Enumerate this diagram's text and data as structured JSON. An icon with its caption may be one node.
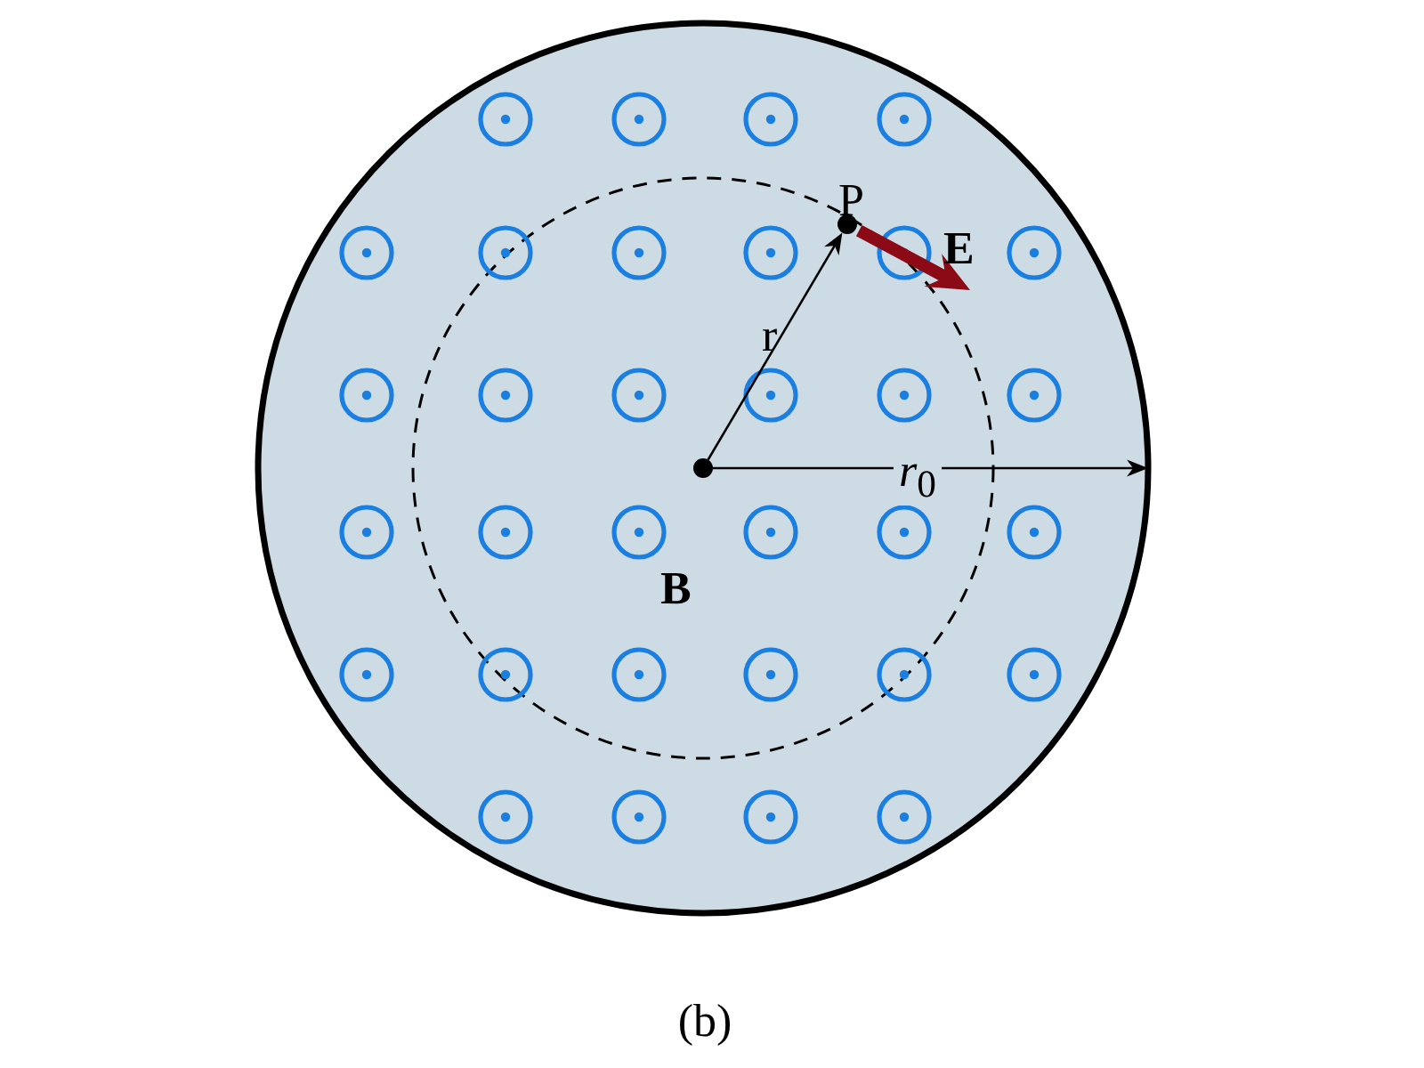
{
  "diagram": {
    "caption": "(b)",
    "nodes": [
      {
        "text": [],
        "shape": "circle"
      },
      {
        "text": [],
        "shape": "circle",
        "in": 0
      },
      {
        "text": [],
        "shape": "circle",
        "in": 0,
        "beside": [
          "P"
        ]
      }
    ],
    "edges": [
      {
        "from": 1,
        "to": 2,
        "arrow": "to",
        "label": "r"
      },
      {
        "from": 1,
        "to": 0,
        "arrow": "to",
        "label": "*r*$_{0}$"
      },
      {
        "from": 2,
        "to": null,
        "arrow": "to",
        "label": "E",
        "style": "thick",
        "color": "#8b0a16"
      }
    ],
    "labels": [
      "B"
    ]
  }
}
